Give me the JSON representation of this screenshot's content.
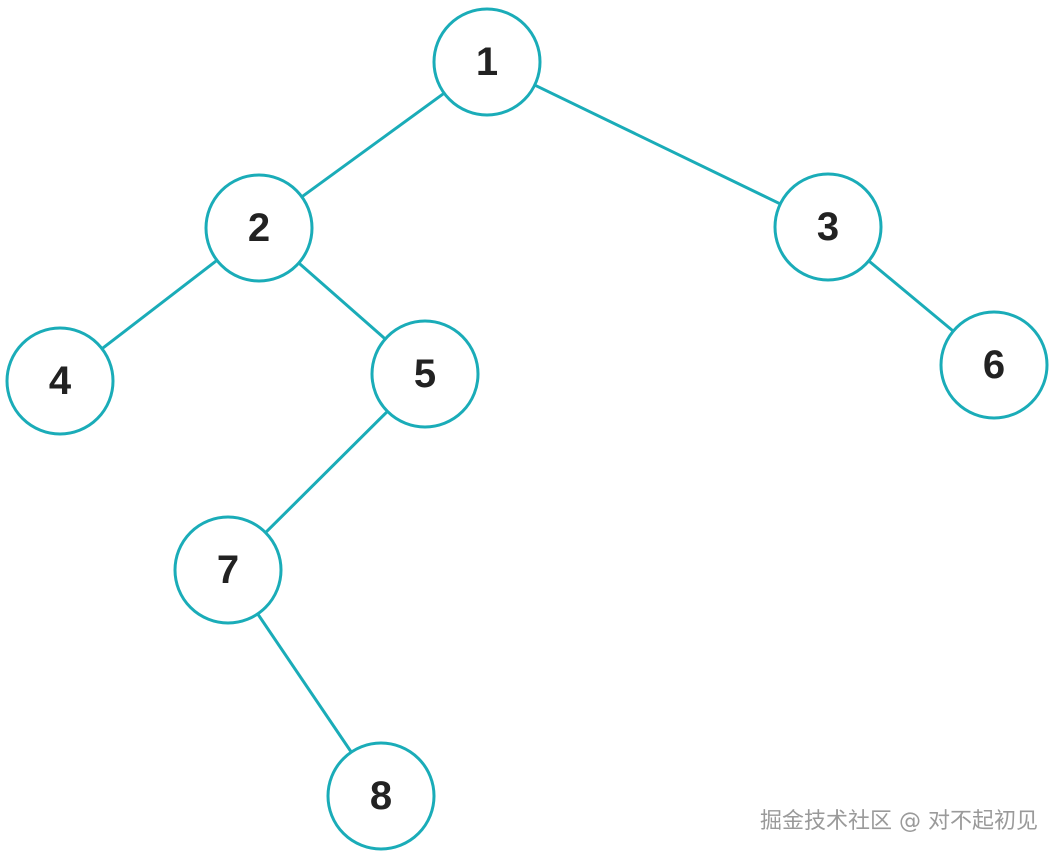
{
  "diagram": {
    "type": "binary-tree",
    "edge_color": "#1aacb8",
    "node_stroke_color": "#1aacb8",
    "node_fill_color": "#ffffff",
    "label_color": "#222222",
    "nodes": [
      {
        "id": "n1",
        "label": "1"
      },
      {
        "id": "n2",
        "label": "2"
      },
      {
        "id": "n3",
        "label": "3"
      },
      {
        "id": "n4",
        "label": "4"
      },
      {
        "id": "n5",
        "label": "5"
      },
      {
        "id": "n6",
        "label": "6"
      },
      {
        "id": "n7",
        "label": "7"
      },
      {
        "id": "n8",
        "label": "8"
      }
    ],
    "edges": [
      {
        "from": "n1",
        "to": "n2"
      },
      {
        "from": "n1",
        "to": "n3"
      },
      {
        "from": "n2",
        "to": "n4"
      },
      {
        "from": "n2",
        "to": "n5"
      },
      {
        "from": "n3",
        "to": "n6"
      },
      {
        "from": "n5",
        "to": "n7"
      },
      {
        "from": "n7",
        "to": "n8"
      }
    ]
  },
  "watermark": {
    "text": "掘金技术社区 @ 对不起初见"
  }
}
